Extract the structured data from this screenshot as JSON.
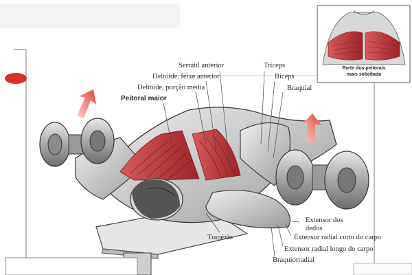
{
  "colors": {
    "muscle_red": "#c23a3a",
    "muscle_dark": "#8e1f22",
    "arrow_red": "#e0453a",
    "marker_red": "#d9322b",
    "outline": "#3a3a3a",
    "shade": "#bfbfbf"
  },
  "labels": {
    "serratil": "Serrátil anterior",
    "deltoide_anterior": "Deltóide, feixe anterior",
    "deltoide_media": "Deltóide, porção média",
    "peitoral": "Peitoral maior",
    "triceps": "Tríceps",
    "biceps": "Bíceps",
    "braquial": "Braquial",
    "extensor_dedos": "Extensor dos dedos",
    "extensor_curto": "Extensor radial curto do carpo",
    "extensor_longo": "Extensor radial longo do carpo",
    "braquiorradial": "Braquiorradial",
    "trapezio": "Trapézio"
  },
  "inset": {
    "caption_line1": "Parte dos peitorais",
    "caption_line2": "mais solicitada"
  },
  "icons": {
    "marker": "red-oval-marker",
    "arrows": "red-up-arrow"
  }
}
